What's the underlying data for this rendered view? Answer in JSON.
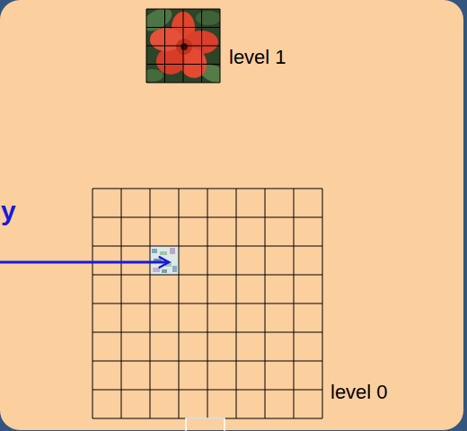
{
  "diagram": {
    "nodes": [
      {
        "text": [
          "level 1"
        ]
      },
      {
        "text": [
          "level 0"
        ]
      }
    ],
    "labels": [
      "y"
    ]
  }
}
